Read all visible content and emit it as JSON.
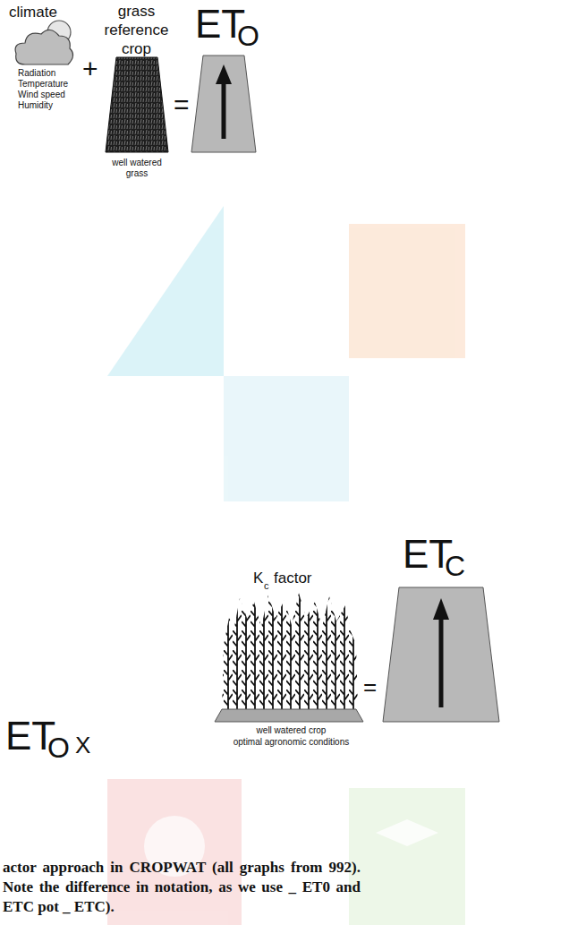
{
  "diagram": {
    "caption": "actor approach in CROPWAT (all graphs from 992). Note the difference in notation, as we use _ ET0 and ETC pot _ ETC).",
    "labels": [
      "climate",
      "Radiation",
      "Temperature",
      "Wind speed",
      "Humidity",
      "+",
      "grass reference crop",
      "well watered grass",
      "=",
      "ET",
      "O",
      "K",
      "c",
      "factor",
      "ET",
      "C",
      "ET",
      "O",
      "X",
      "well watered crop",
      "optimal agronomic conditions",
      "="
    ]
  }
}
